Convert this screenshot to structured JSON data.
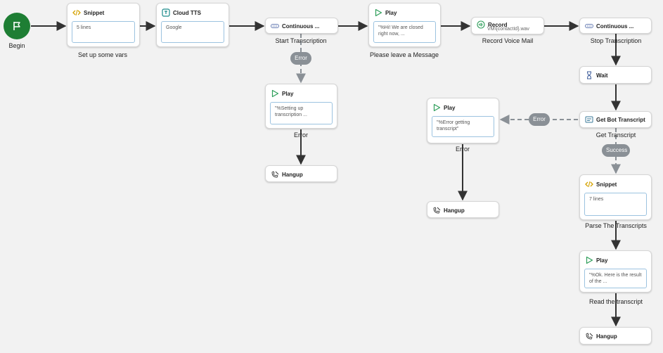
{
  "begin": {
    "label": "Begin"
  },
  "nodes": {
    "snippet1": {
      "title": "Snippet",
      "preview": "5 lines",
      "caption": "Set up some vars"
    },
    "tts": {
      "title": "Cloud TTS",
      "preview": "Google"
    },
    "cont1": {
      "title": "Continuous ...",
      "caption": "Start Transcription"
    },
    "play1": {
      "title": "Play",
      "preview": "\"%Hi! We are closed right now, ...",
      "caption": "Please leave a Message"
    },
    "record": {
      "title": "Record",
      "sub": "VM\\{contactId}.wav",
      "caption": "Record Voice Mail"
    },
    "cont2": {
      "title": "Continuous ...",
      "caption": "Stop Transcription"
    },
    "play_err1": {
      "title": "Play",
      "preview": "\"%Setting up transcription ...",
      "caption": "Error"
    },
    "hangup1": {
      "title": "Hangup"
    },
    "wait": {
      "title": "Wait"
    },
    "getbot": {
      "title": "Get Bot Transcript",
      "caption": "Get Transcript"
    },
    "play_err2": {
      "title": "Play",
      "preview": "\"%Error getting transcript\"",
      "caption": "Error"
    },
    "hangup2": {
      "title": "Hangup"
    },
    "snippet2": {
      "title": "Snippet",
      "preview": "7 lines",
      "caption": "Parse The Transcripts"
    },
    "play_ok": {
      "title": "Play",
      "preview": "\"%Ok. Here is the result of the ...",
      "caption": "Read the transcript"
    },
    "hangup3": {
      "title": "Hangup"
    }
  },
  "pills": {
    "error1": "Error",
    "error2": "Error",
    "success": "Success"
  },
  "colors": {
    "begin": "#1e7e34",
    "edge": "#333333",
    "dashed_edge": "#8a9096",
    "pill": "#8a9096",
    "preview_border": "#9cc3e0"
  }
}
